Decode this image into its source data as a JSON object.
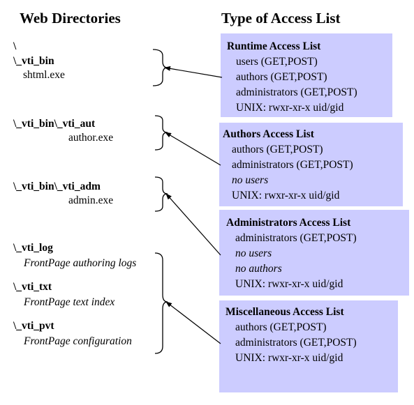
{
  "headings": {
    "left": "Web Directories",
    "right": "Type of Access List"
  },
  "directories": {
    "root": "\\",
    "vti_bin": {
      "path": "\\_vti_bin",
      "file": "shtml.exe"
    },
    "vti_aut": {
      "path": "\\_vti_bin\\_vti_aut",
      "file": "author.exe"
    },
    "vti_adm": {
      "path": "\\_vti_bin\\_vti_adm",
      "file": "admin.exe"
    },
    "vti_log": {
      "path": "\\_vti_log",
      "desc": "FrontPage authoring logs"
    },
    "vti_txt": {
      "path": "\\_vti_txt",
      "desc": "FrontPage text index"
    },
    "vti_pvt": {
      "path": "\\_vti_pvt",
      "desc": "FrontPage configuration"
    }
  },
  "lists": {
    "runtime": {
      "title": "Runtime Access List",
      "lines": [
        "users (GET,POST)",
        "authors (GET,POST)",
        "administrators (GET,POST)",
        "UNIX: rwxr-xr-x uid/gid"
      ]
    },
    "authors": {
      "title": "Authors Access List",
      "lines": [
        "authors (GET,POST)",
        "administrators (GET,POST)",
        "no users",
        "UNIX: rwxr-xr-x uid/gid"
      ]
    },
    "administrators": {
      "title": "Administrators Access List",
      "lines": [
        "administrators (GET,POST)",
        "no users",
        "no authors",
        "UNIX: rwxr-xr-x uid/gid"
      ]
    },
    "misc": {
      "title": "Miscellaneous Access List",
      "lines": [
        "authors (GET,POST)",
        "administrators (GET,POST)",
        "UNIX: rwxr-xr-x uid/gid"
      ]
    }
  },
  "colors": {
    "box_fill": "#ccccff",
    "text": "#000000"
  }
}
